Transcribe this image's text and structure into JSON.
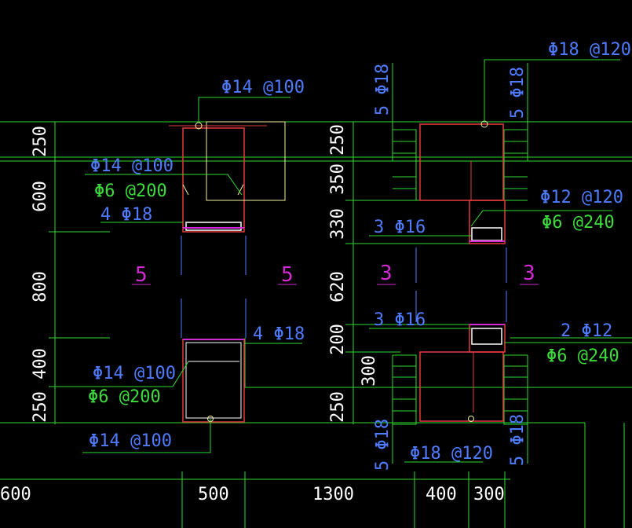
{
  "drawing": {
    "colors": {
      "background": "#000000",
      "dimension_line": "#2fdc2f",
      "concrete_outline": "#e23b3b",
      "rebar_blue": "#4f7cff",
      "rebar_green": "#3ddc3d",
      "section_mark": "#d22ad2",
      "stirrup_white": "#ffffff",
      "leader_yellow": "#f2f2a0"
    },
    "left_dims": {
      "d250_top": "250",
      "d600": "600",
      "d800": "800",
      "d400": "400",
      "d250_bot": "250"
    },
    "mid_dims": {
      "d250_top": "250",
      "d350": "350",
      "d330": "330",
      "d620": "620",
      "d200": "200",
      "d300": "300",
      "d250_bot": "250"
    },
    "bottom_dims": {
      "d600": "600",
      "d500": "500",
      "d1300": "1300",
      "d400": "400",
      "d300": "300"
    },
    "left_labels": {
      "top_phi14": "Φ14 @100",
      "phi14_a": "Φ14 @100",
      "phi6_a": "Φ6 @200",
      "bars_4phi18_a": "4 Φ18",
      "bars_4phi18_b": "4 Φ18",
      "phi14_b": "Φ14 @100",
      "phi6_b": "Φ6 @200",
      "bottom_phi14": "Φ14 @100"
    },
    "right_labels": {
      "top_phi18": "Φ18 @120",
      "v_5phi18_tl": "5 Φ18",
      "v_5phi18_tr": "5 Φ18",
      "phi12_120": "Φ12 @120",
      "phi6_240_a": "Φ6 @240",
      "bars_3phi16_a": "3 Φ16",
      "bars_3phi16_b": "3 Φ16",
      "bars_2phi12": "2 Φ12",
      "phi6_240_b": "Φ6 @240",
      "v_5phi18_bl": "5 Φ18",
      "v_5phi18_br": "5 Φ18",
      "bottom_phi18": "Φ18 @120"
    },
    "section_marks": {
      "left_a": "5",
      "left_b": "5",
      "right_a": "3",
      "right_b": "3"
    }
  }
}
